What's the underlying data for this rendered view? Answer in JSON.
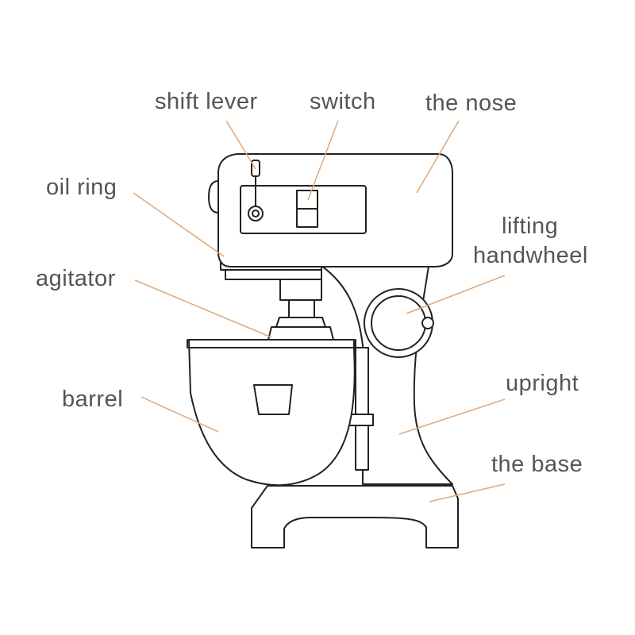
{
  "labels": {
    "shift_lever": "shift lever",
    "switch": "switch",
    "the_nose": "the nose",
    "oil_ring": "oil ring",
    "agitator": "agitator",
    "lifting_line1": "lifting",
    "lifting_line2": "handwheel",
    "upright": "upright",
    "barrel": "barrel",
    "the_base": "the base"
  },
  "colors": {
    "label_text": "#555555",
    "leader_line": "#e0a878",
    "outline": "#222222",
    "background": "#ffffff"
  }
}
